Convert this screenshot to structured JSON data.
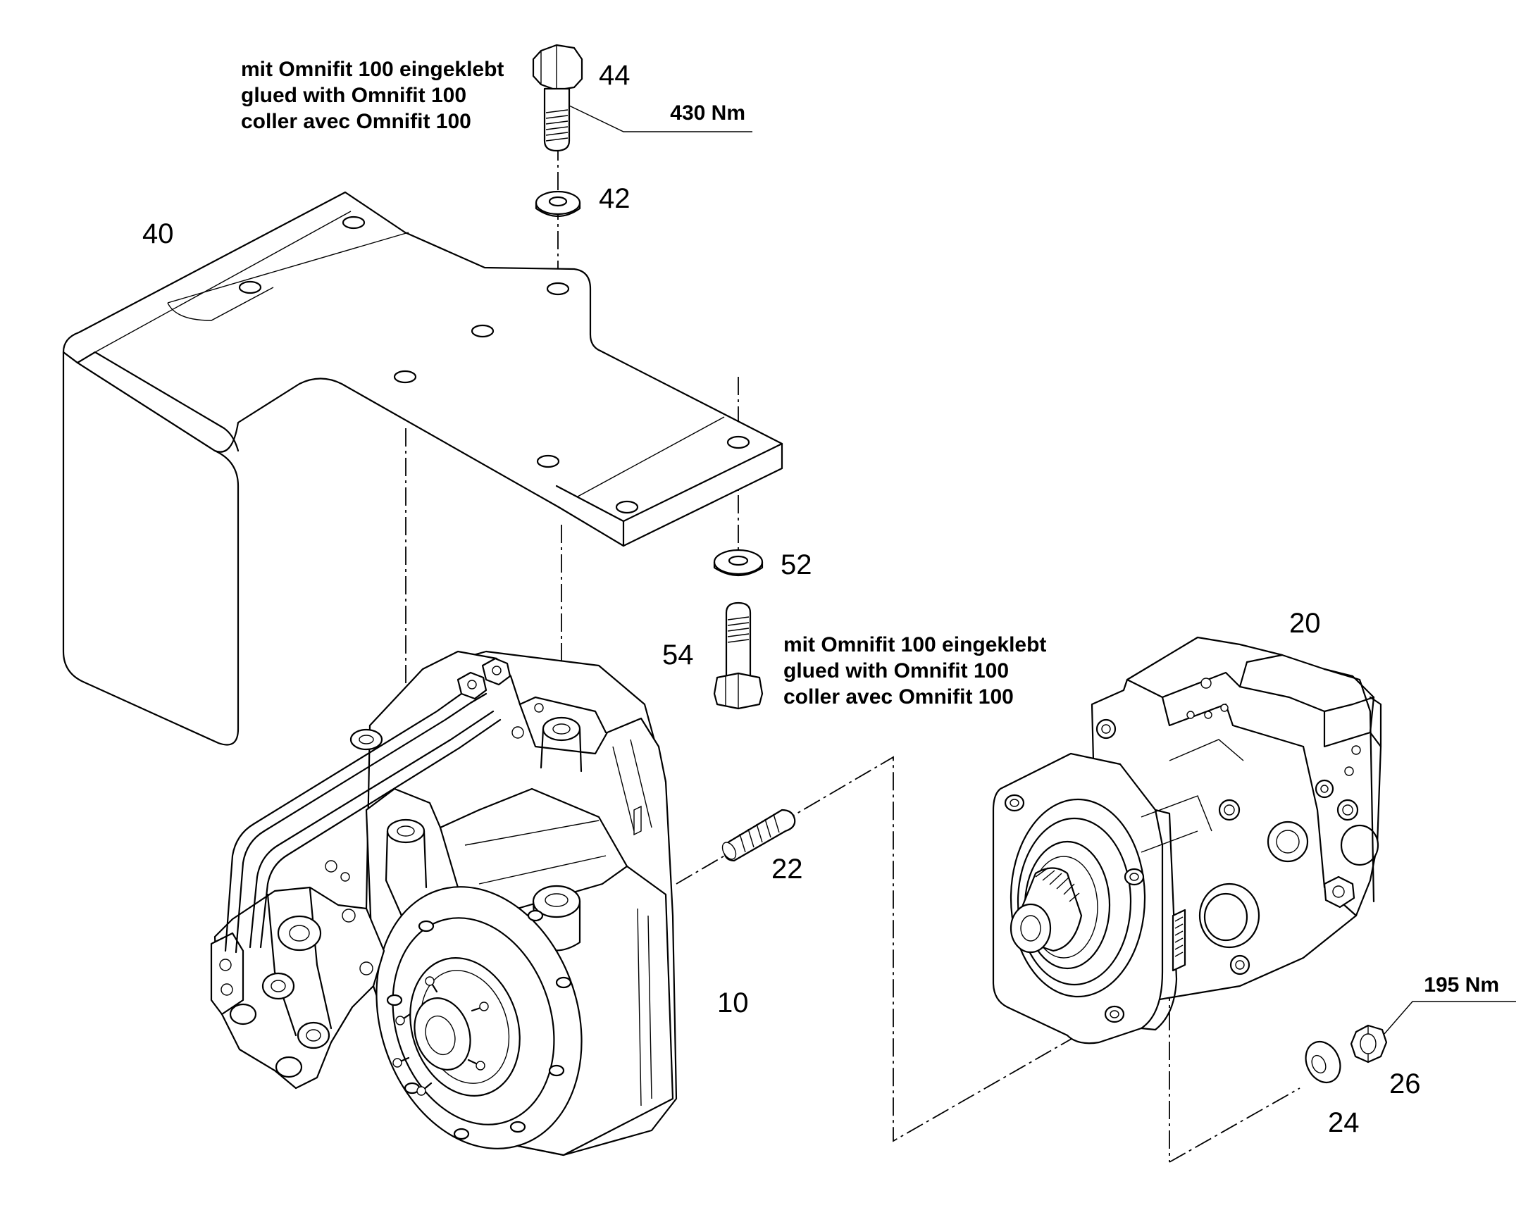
{
  "callouts": {
    "p10": "10",
    "p20": "20",
    "p22": "22",
    "p24": "24",
    "p26": "26",
    "p40": "40",
    "p42": "42",
    "p44": "44",
    "p52": "52",
    "p54": "54"
  },
  "notes": {
    "top": {
      "de": "mit Omnifit 100 eingeklebt",
      "en": "glued with Omnifit 100",
      "fr": "coller avec Omnifit 100"
    },
    "mid": {
      "de": "mit Omnifit 100 eingeklebt",
      "en": "glued with Omnifit 100",
      "fr": "coller avec Omnifit 100"
    }
  },
  "torques": {
    "bolt44": "430 Nm",
    "nut26": "195 Nm"
  }
}
